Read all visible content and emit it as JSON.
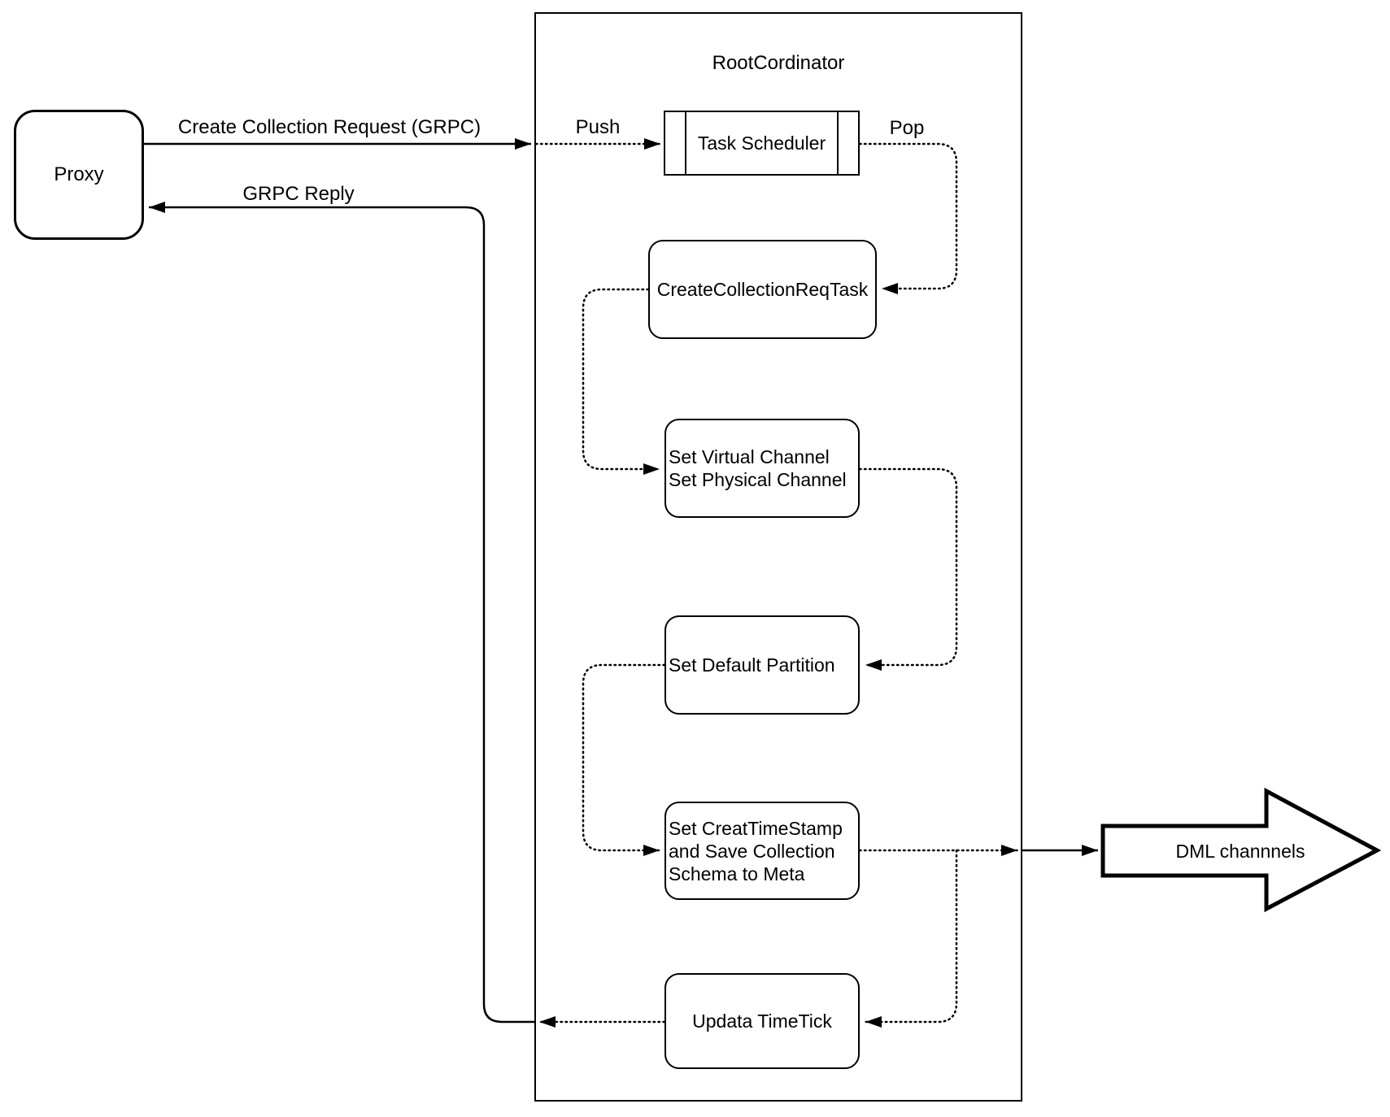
{
  "diagram": {
    "container_title": "RootCordinator",
    "nodes": {
      "proxy": "Proxy",
      "task_scheduler": "Task Scheduler",
      "create_collection_req_task": "CreateCollectionReqTask",
      "set_channels_lines": [
        "Set Virtual Channel",
        "Set Physical Channel"
      ],
      "set_default_partition": "Set Default Partition",
      "set_creat_timestamp_lines": [
        "Set CreatTimeStamp",
        "and Save Collection",
        "Schema to Meta"
      ],
      "updata_timetick": "Updata TimeTick",
      "dml_channels": "DML channnels"
    },
    "edge_labels": {
      "create_collection_request": "Create Collection Request (GRPC)",
      "push": "Push",
      "pop": "Pop",
      "grpc_reply": "GRPC Reply"
    },
    "colors": {
      "stroke": "#000000",
      "node_fill": "#ffffff",
      "background": "#ffffff"
    }
  }
}
